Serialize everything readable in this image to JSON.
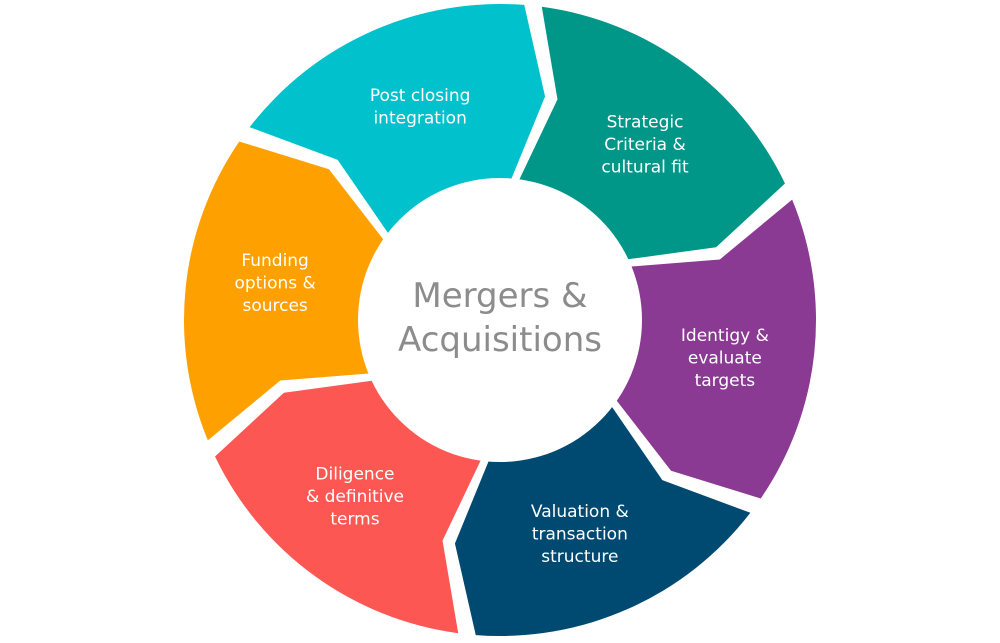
{
  "center": {
    "line1": "Mergers &",
    "line2": "Acquisitions"
  },
  "segments": [
    {
      "label_lines": [
        "Post closing",
        "integration"
      ],
      "color": "#00c1cc"
    },
    {
      "label_lines": [
        "Strategic",
        "Criteria &",
        "cultural fit"
      ],
      "color": "#009688"
    },
    {
      "label_lines": [
        "Identigy &",
        "evaluate",
        "targets"
      ],
      "color": "#8a3a92"
    },
    {
      "label_lines": [
        "Valuation &",
        "transaction",
        "structure"
      ],
      "color": "#004a72"
    },
    {
      "label_lines": [
        "Diligence",
        "& definitive",
        "terms"
      ],
      "color": "#fc5753"
    },
    {
      "label_lines": [
        "Funding",
        "options &",
        "sources"
      ],
      "color": "#fea000"
    }
  ]
}
